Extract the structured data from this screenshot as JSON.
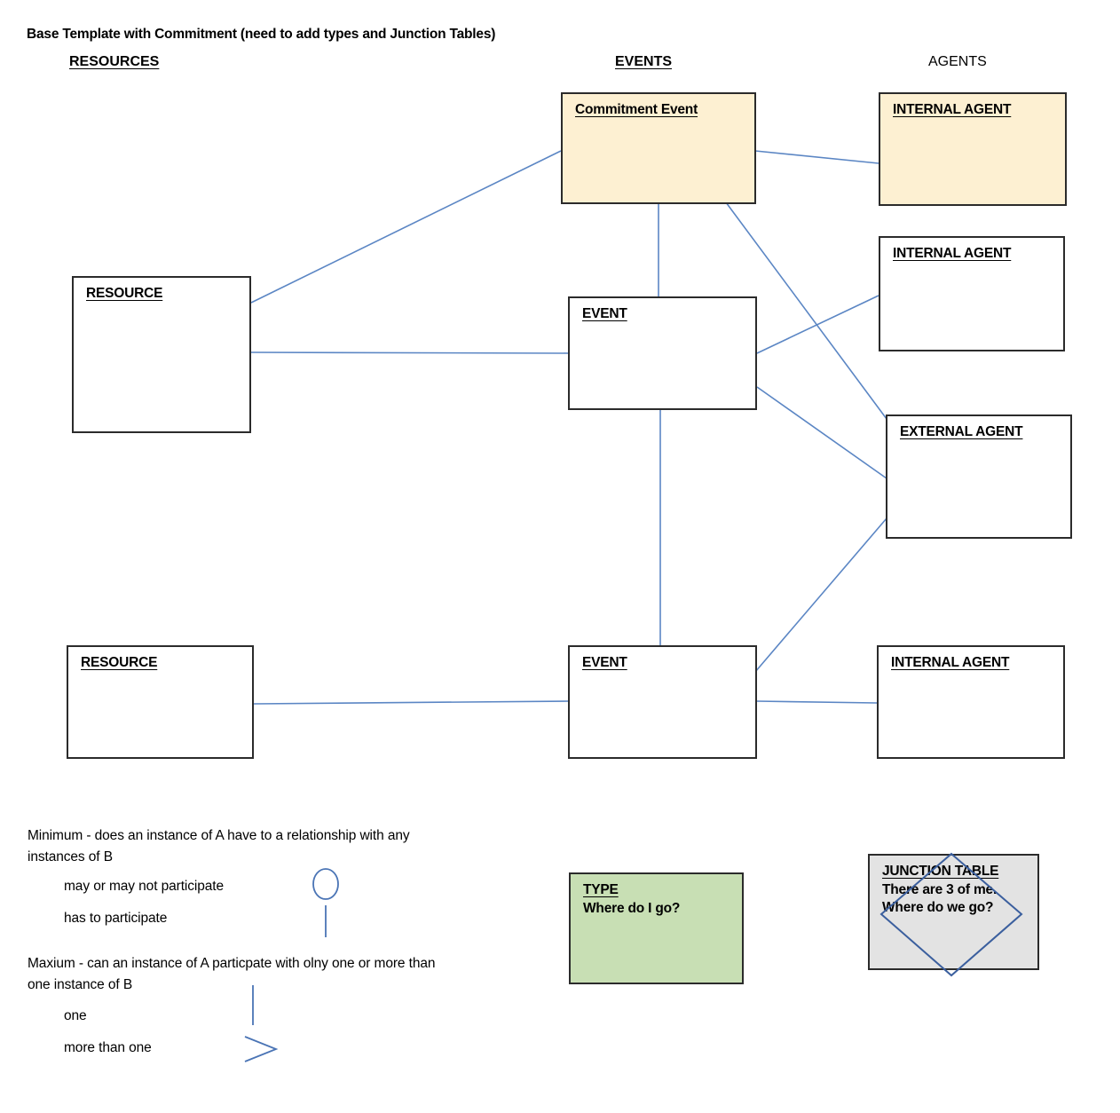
{
  "title": "Base Template with Commitment (need to add types and Junction Tables)",
  "columns": [
    {
      "label": "RESOURCES",
      "style": "underlined"
    },
    {
      "label": "EVENTS",
      "style": "underlined"
    },
    {
      "label": "AGENTS",
      "style": "plain"
    }
  ],
  "entities": [
    {
      "name": "Commitment Event",
      "fill": "cream"
    },
    {
      "name": "INTERNAL AGENT",
      "fill": "cream"
    },
    {
      "name": "RESOURCE",
      "fill": "white"
    },
    {
      "name": "EVENT",
      "fill": "white"
    },
    {
      "name": "INTERNAL AGENT",
      "fill": "white"
    },
    {
      "name": "EXTERNAL AGENT",
      "fill": "white"
    },
    {
      "name": "RESOURCE",
      "fill": "white"
    },
    {
      "name": "EVENT",
      "fill": "white"
    },
    {
      "name": "INTERNAL AGENT",
      "fill": "white"
    }
  ],
  "type_box": {
    "title": "TYPE",
    "question": "Where do I go?",
    "fill": "green"
  },
  "junction_box": {
    "title": "JUNCTION TABLE",
    "line1": "There are 3 of me.",
    "line2": "Where do we go?",
    "fill": "grey"
  },
  "legend": {
    "minimum_heading": "Minimum - does an instance of A have to a relationship with any instances of B",
    "minimum_option_1": "may or may not participate",
    "minimum_option_2": "has to participate",
    "maximum_heading": "Maxium - can an instance of A particpate with olny one or more than one instance of B",
    "maximum_option_1": "one",
    "maximum_option_2": "more than one"
  },
  "colors": {
    "connector": "#5b86c4",
    "border": "#2b2b2b",
    "cream": "#fdf0d2",
    "green": "#c8dfb4",
    "grey": "#e3e3e3",
    "diamond": "#3b5f9e"
  }
}
